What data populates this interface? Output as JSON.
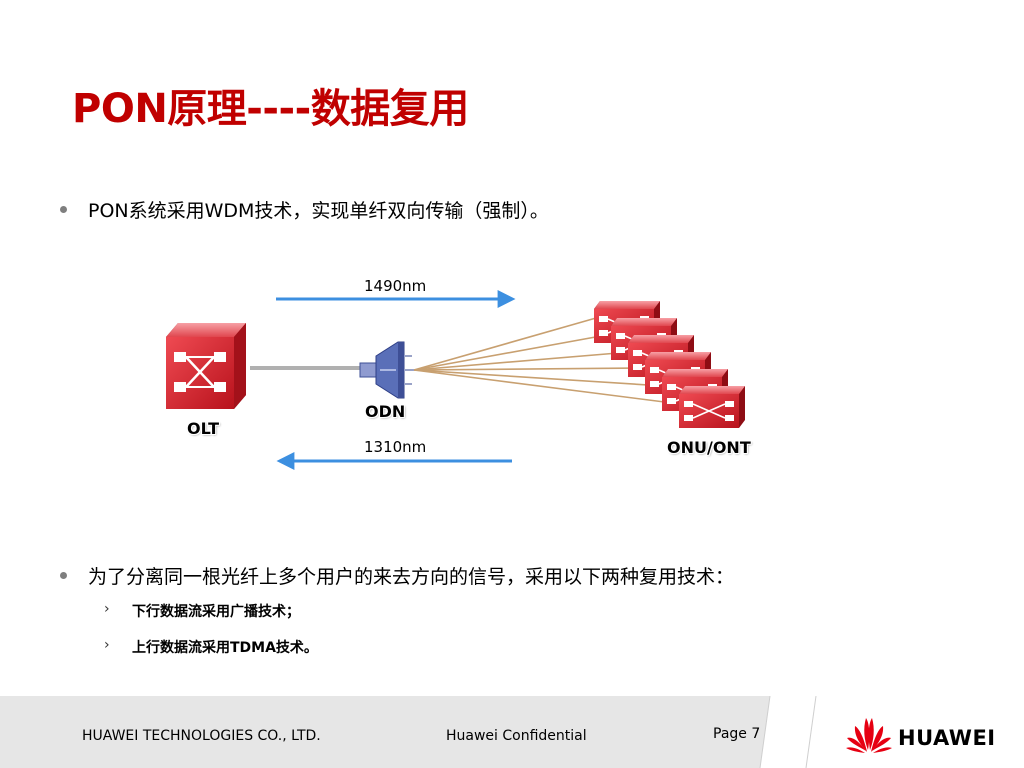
{
  "slide": {
    "title": "PON原理----数据复用",
    "bullets": [
      {
        "text": "PON系统采用WDM技术，实现单纤双向传输（强制）。"
      },
      {
        "text": "为了分离同一根光纤上多个用户的来去方向的信号，采用以下两种复用技术："
      }
    ],
    "sub_bullets": [
      {
        "marker": "›",
        "text": "下行数据流采用广播技术；"
      },
      {
        "marker": "›",
        "text": "上行数据流采用TDMA技术。"
      }
    ]
  },
  "diagram": {
    "olt_label": "OLT",
    "odn_label": "ODN",
    "onu_label": "ONU/ONT",
    "downstream_label": "1490nm",
    "upstream_label": "1310nm",
    "colors": {
      "device_red": "#d9202b",
      "arrow_blue": "#3c8fe0",
      "fiber_tan": "#c8a070",
      "odn_blue": "#5a6fb8"
    }
  },
  "footer": {
    "company": "HUAWEI TECHNOLOGIES CO., LTD.",
    "confidential": "Huawei Confidential",
    "page": "Page 7",
    "logo": "HUAWEI"
  }
}
